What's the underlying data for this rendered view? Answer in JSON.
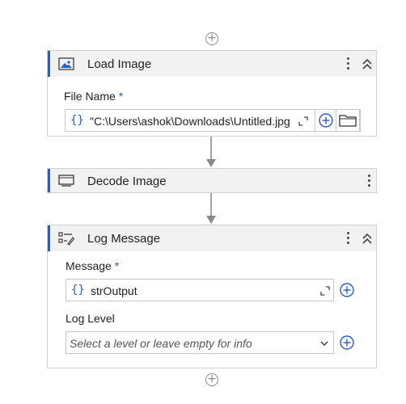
{
  "activities": {
    "load_image": {
      "title": "Load Image",
      "file_name": {
        "label": "File Name",
        "required_mark": "*",
        "value": "\"C:\\Users\\ashok\\Downloads\\Untitled.jpg\""
      }
    },
    "decode_image": {
      "title": "Decode Image"
    },
    "log_message": {
      "title": "Log Message",
      "message": {
        "label": "Message",
        "required_mark": "*",
        "value": "strOutput"
      },
      "log_level": {
        "label": "Log Level",
        "placeholder": "Select a level or leave empty for info"
      }
    }
  },
  "icons": {
    "brace": "{}",
    "add": "⊕",
    "folder": "folder-icon",
    "expand": "expand-icon",
    "kebab": "more-vertical-icon",
    "collapse": "collapse-icon"
  },
  "colors": {
    "accent": "#2a5cc9",
    "header_bg": "#f2f2f2",
    "border": "#d0d0d0",
    "connector": "#8a8a8a"
  }
}
